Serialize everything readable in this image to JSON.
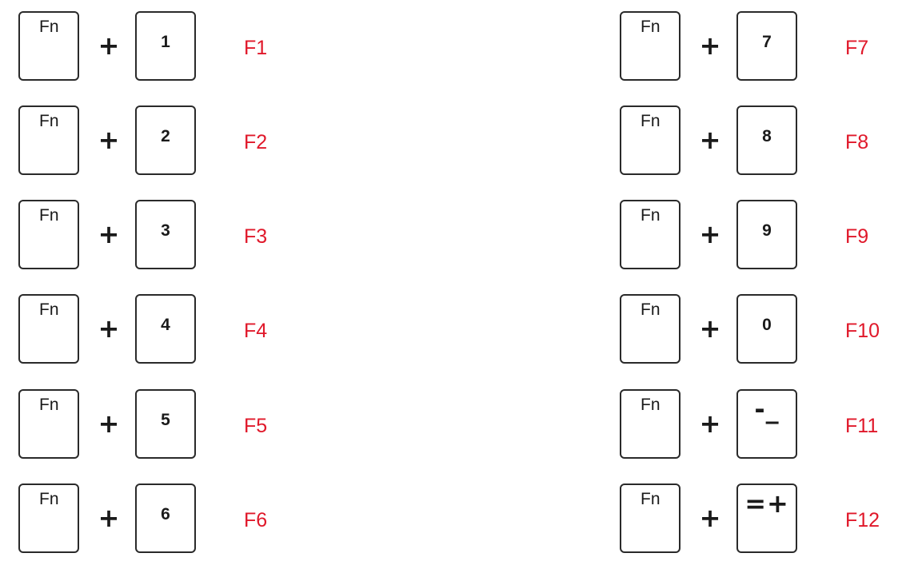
{
  "colors": {
    "result": "#e0182a",
    "key_border": "#2a2a2a",
    "text": "#1a1a1a"
  },
  "plus_sign": "+",
  "left_column": [
    {
      "fn": "Fn",
      "key": "1",
      "result": "F1"
    },
    {
      "fn": "Fn",
      "key": "2",
      "result": "F2"
    },
    {
      "fn": "Fn",
      "key": "3",
      "result": "F3"
    },
    {
      "fn": "Fn",
      "key": "4",
      "result": "F4"
    },
    {
      "fn": "Fn",
      "key": "5",
      "result": "F5"
    },
    {
      "fn": "Fn",
      "key": "6",
      "result": "F6"
    }
  ],
  "right_column": [
    {
      "fn": "Fn",
      "key": "7",
      "result": "F7"
    },
    {
      "fn": "Fn",
      "key": "8",
      "result": "F8"
    },
    {
      "fn": "Fn",
      "key": "9",
      "result": "F9"
    },
    {
      "fn": "Fn",
      "key": "0",
      "result": "F10"
    },
    {
      "fn": "Fn",
      "key": "-_",
      "result": "F11"
    },
    {
      "fn": "Fn",
      "key": "=+",
      "result": "F12"
    }
  ]
}
